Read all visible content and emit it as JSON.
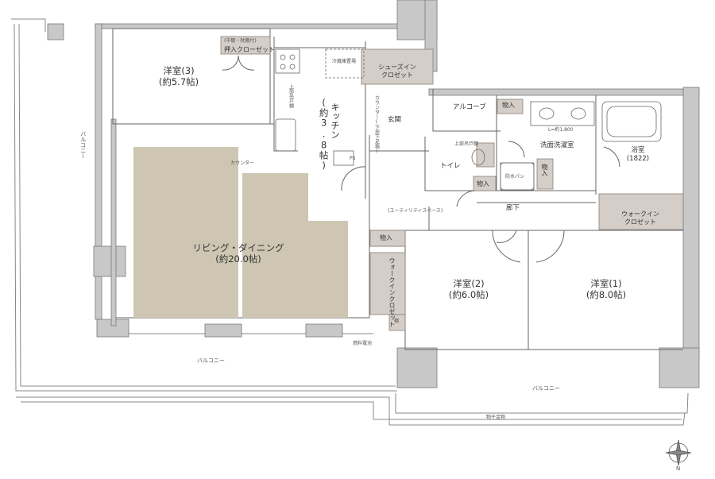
{
  "colors": {
    "floor_fill": "#cec6b2",
    "storage_fill": "#d5cec8",
    "wall_fill": "#c8c8c8",
    "line": "#666666",
    "text": "#333333"
  },
  "rooms": {
    "western3": {
      "name": "洋室(3)",
      "area": "(約5.7帖)"
    },
    "ldk": {
      "name": "リビング・ダイニング",
      "area": "(約20.0帖)"
    },
    "kitchen": {
      "name": "キッチン",
      "area": "(約3.8帖)"
    },
    "western2": {
      "name": "洋室(2)",
      "area": "(約6.0帖)"
    },
    "western1": {
      "name": "洋室(1)",
      "area": "(約8.0帖)"
    },
    "bath": {
      "name": "浴室",
      "area": "(1822)"
    },
    "washroom": "洗面洗濯室",
    "toilet": "トイレ",
    "entrance": "玄関",
    "alcove": "アルコーブ",
    "corridor": "廊下"
  },
  "storage": {
    "oshiire": "押入クローゼット",
    "oshiire_note": "(中棚・枕棚付)",
    "shoe_in_1": "シューズイン",
    "shoe_in_2": "クロゼット",
    "walkin_right_1": "ウォークイン",
    "walkin_right_2": "クロゼット",
    "walkin_left": "ウォークインクロゼット",
    "mono_1": "物入",
    "mono_2": "物入",
    "mono_3": "物入",
    "mono_4": "物入",
    "shelf": "棚"
  },
  "balconies": {
    "west": "バルコニー",
    "south": "バルコニー",
    "southeast": "バルコニー"
  },
  "notes": {
    "fridge": "冷蔵庫置場",
    "counter": "カウンター",
    "upper_cabinet_kitchen": "上部吊戸棚",
    "counter_2": "カウンター(下部下足箱)",
    "ps": "PS",
    "toilet_upper": "上部吊戸棚",
    "waterproof_pan": "防水パン",
    "l_width": "L=約1,800",
    "utility": "(ユーティリティスペース)",
    "fuel_cell": "燃料電池",
    "drying_hardware": "物干金物",
    "north": "N"
  }
}
